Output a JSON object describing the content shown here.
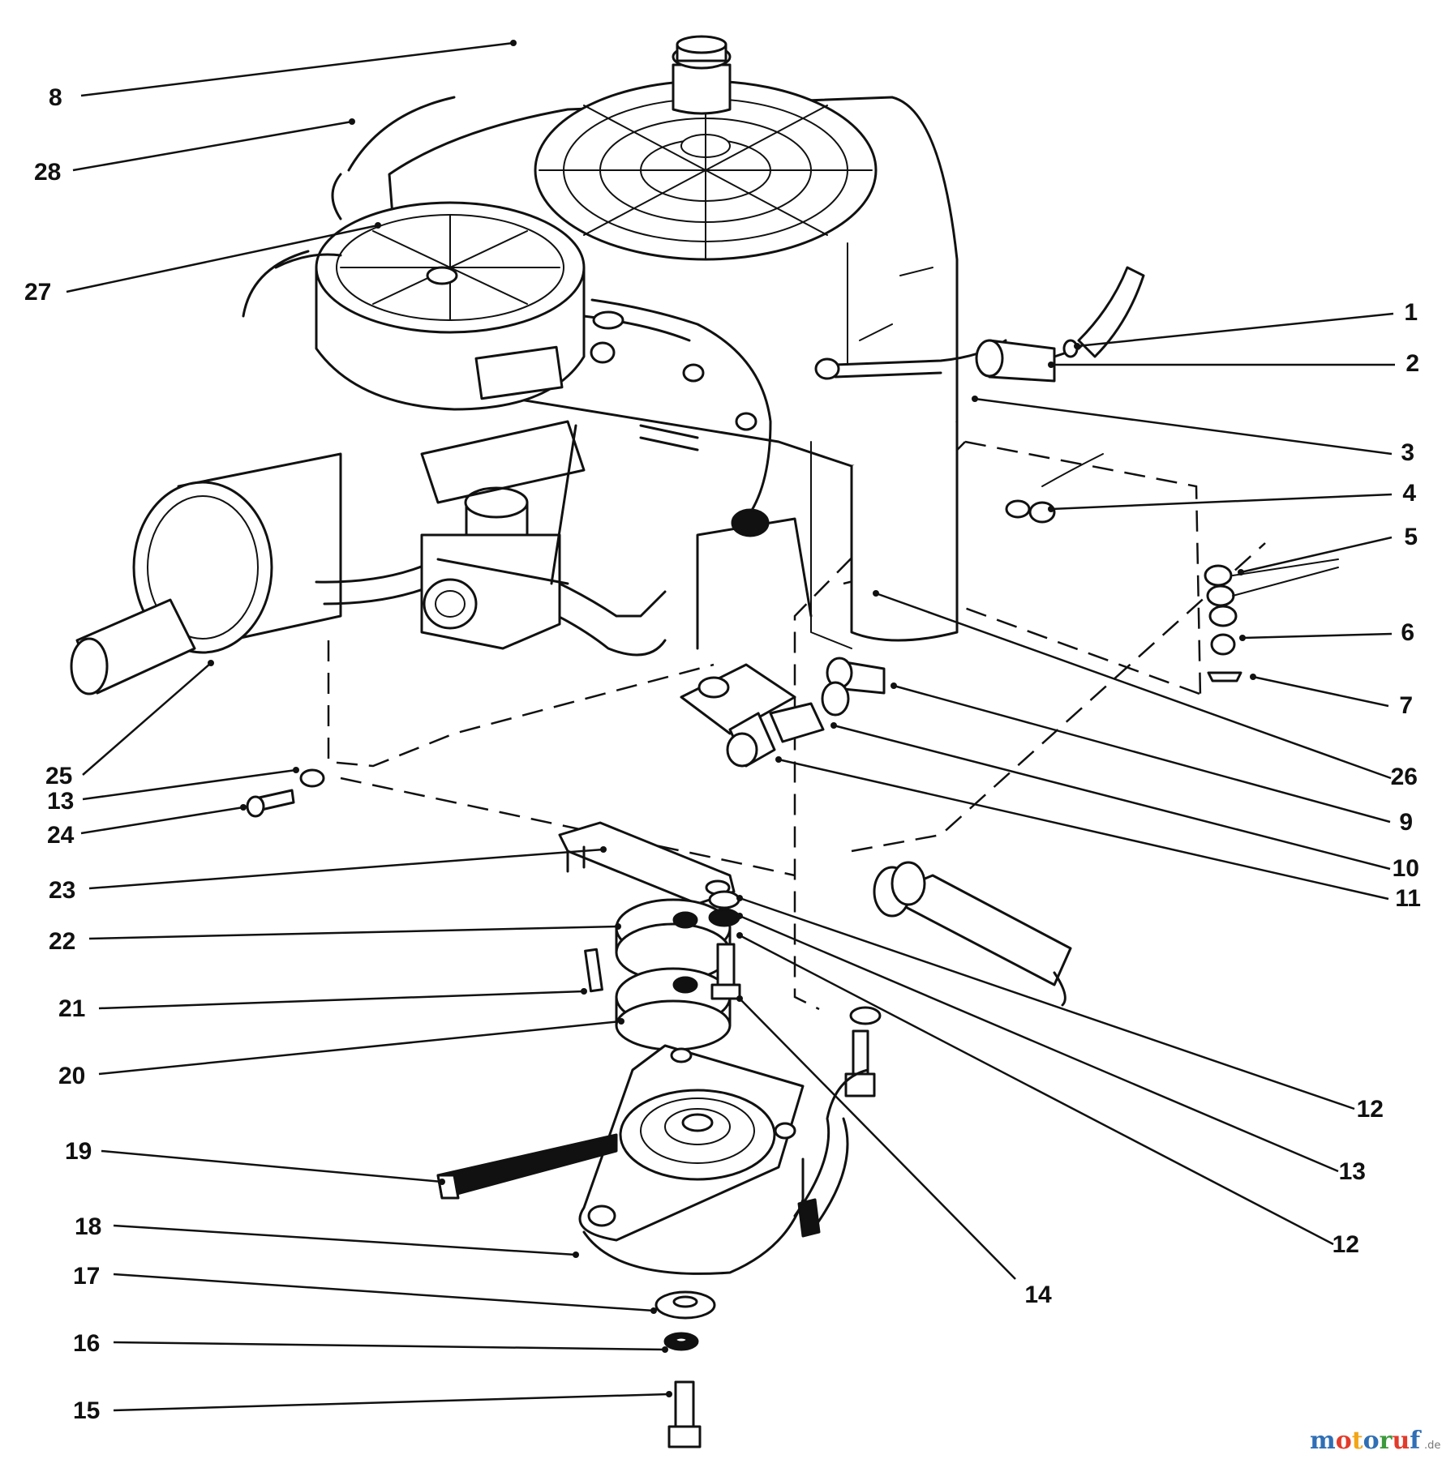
{
  "callouts": [
    {
      "id": "c1",
      "label": "1"
    },
    {
      "id": "c2",
      "label": "2"
    },
    {
      "id": "c3",
      "label": "3"
    },
    {
      "id": "c4",
      "label": "4"
    },
    {
      "id": "c5",
      "label": "5"
    },
    {
      "id": "c6",
      "label": "6"
    },
    {
      "id": "c7",
      "label": "7"
    },
    {
      "id": "c8",
      "label": "8"
    },
    {
      "id": "c9",
      "label": "9"
    },
    {
      "id": "c10",
      "label": "10"
    },
    {
      "id": "c11",
      "label": "11"
    },
    {
      "id": "c12a",
      "label": "12"
    },
    {
      "id": "c12b",
      "label": "12"
    },
    {
      "id": "c13a",
      "label": "13"
    },
    {
      "id": "c13b",
      "label": "13"
    },
    {
      "id": "c14",
      "label": "14"
    },
    {
      "id": "c15",
      "label": "15"
    },
    {
      "id": "c16",
      "label": "16"
    },
    {
      "id": "c17",
      "label": "17"
    },
    {
      "id": "c18",
      "label": "18"
    },
    {
      "id": "c19",
      "label": "19"
    },
    {
      "id": "c20",
      "label": "20"
    },
    {
      "id": "c21",
      "label": "21"
    },
    {
      "id": "c22",
      "label": "22"
    },
    {
      "id": "c23",
      "label": "23"
    },
    {
      "id": "c24",
      "label": "24"
    },
    {
      "id": "c25",
      "label": "25"
    },
    {
      "id": "c26",
      "label": "26"
    },
    {
      "id": "c27",
      "label": "27"
    },
    {
      "id": "c28",
      "label": "28"
    }
  ],
  "watermark": {
    "letters": [
      {
        "ch": "m",
        "color": "#2f6fb5"
      },
      {
        "ch": "o",
        "color": "#e23b2b"
      },
      {
        "ch": "t",
        "color": "#f2a516"
      },
      {
        "ch": "o",
        "color": "#2f6fb5"
      },
      {
        "ch": "r",
        "color": "#3c9a3c"
      },
      {
        "ch": "u",
        "color": "#e23b2b"
      },
      {
        "ch": "f",
        "color": "#2f6fb5"
      }
    ],
    "suffix": ".de"
  }
}
